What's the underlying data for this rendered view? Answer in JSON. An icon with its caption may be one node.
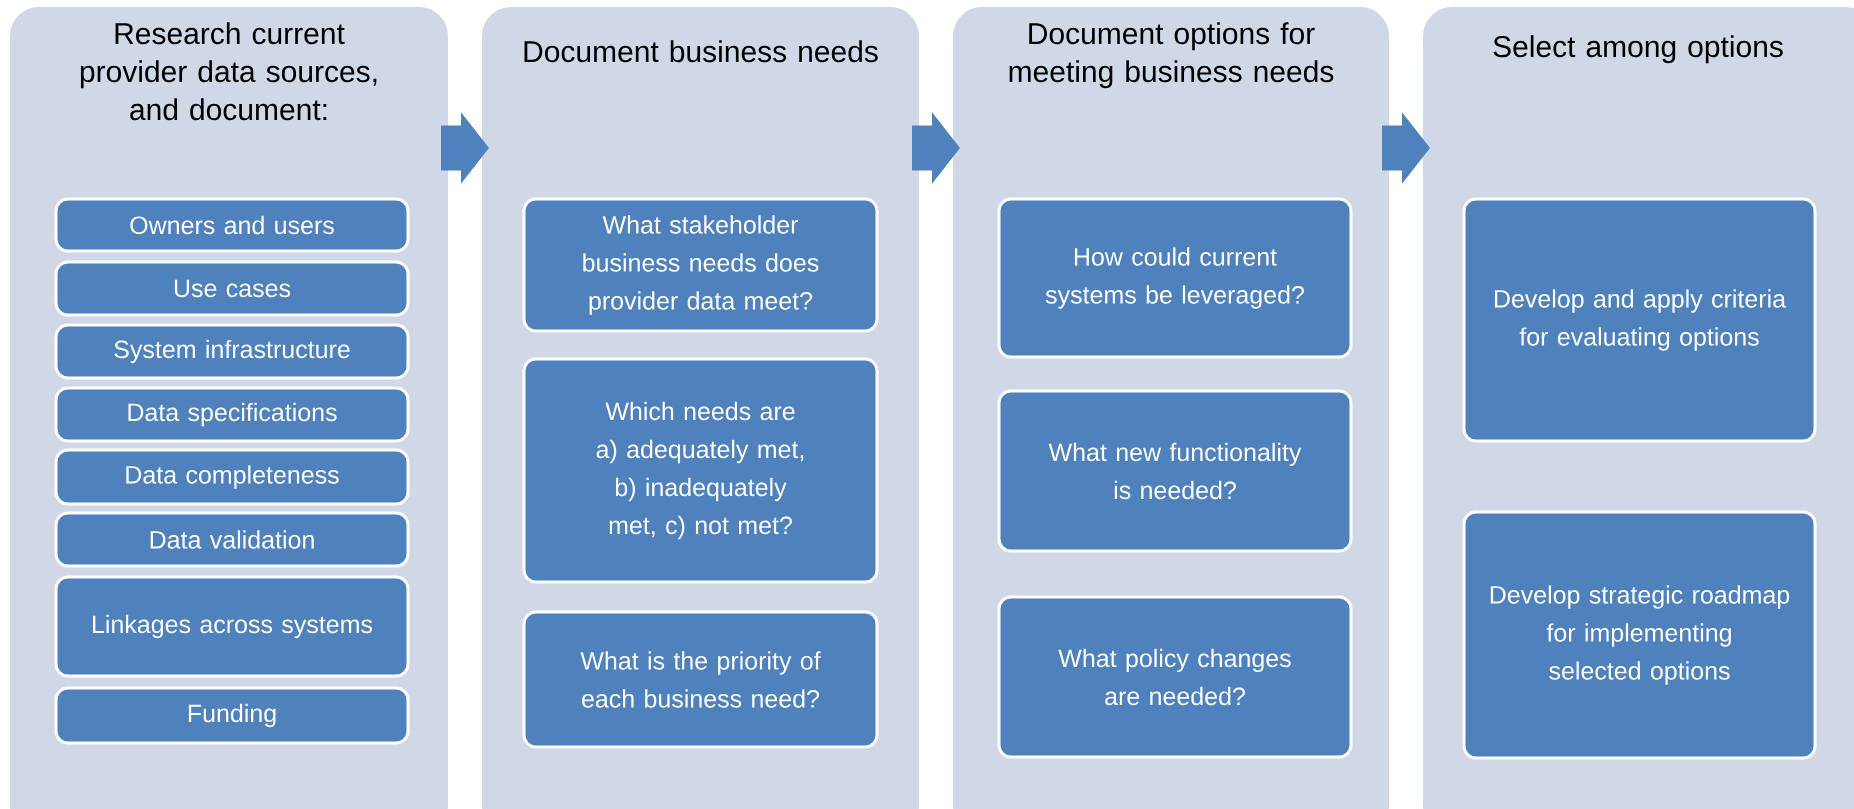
{
  "diagram": {
    "nodes": [
      {
        "text": [
          "Research current provider data sources, and document:"
        ]
      },
      {
        "text": [
          "Owners and users"
        ],
        "in": 0
      },
      {
        "text": [
          "Use cases"
        ],
        "in": 0
      },
      {
        "text": [
          "System infrastructure"
        ],
        "in": 0
      },
      {
        "text": [
          "Data specifications"
        ],
        "in": 0
      },
      {
        "text": [
          "Data completeness"
        ],
        "in": 0
      },
      {
        "text": [
          "Data validation"
        ],
        "in": 0
      },
      {
        "text": [
          "Linkages across systems"
        ],
        "in": 0
      },
      {
        "text": [
          "Funding"
        ],
        "in": 0
      },
      {
        "text": [
          "Document business needs"
        ]
      },
      {
        "text": [
          "What stakeholder business needs does provider data meet?"
        ],
        "in": 9
      },
      {
        "text": [
          "Which needs are a) adequately met, b) inadequately met, c) not met?"
        ],
        "in": 9
      },
      {
        "text": [
          "What is the priority of each business need?"
        ],
        "in": 9
      },
      {
        "text": [
          "Document options for meeting business needs"
        ]
      },
      {
        "text": [
          "How could current systems be leveraged?"
        ],
        "in": 13
      },
      {
        "text": [
          "What new functionality is needed?"
        ],
        "in": 13
      },
      {
        "text": [
          "What policy changes are needed?"
        ],
        "in": 13
      },
      {
        "text": [
          "Select among options"
        ]
      },
      {
        "text": [
          "Develop and apply criteria for evaluating options"
        ],
        "in": 17
      },
      {
        "text": [
          "Develop strategic roadmap for implementing selected options"
        ],
        "in": 17
      }
    ],
    "edges": [
      {
        "from": 0,
        "to": 9,
        "arrow": "to"
      },
      {
        "from": 9,
        "to": 13,
        "arrow": "to"
      },
      {
        "from": 13,
        "to": 17,
        "arrow": "to"
      }
    ]
  }
}
